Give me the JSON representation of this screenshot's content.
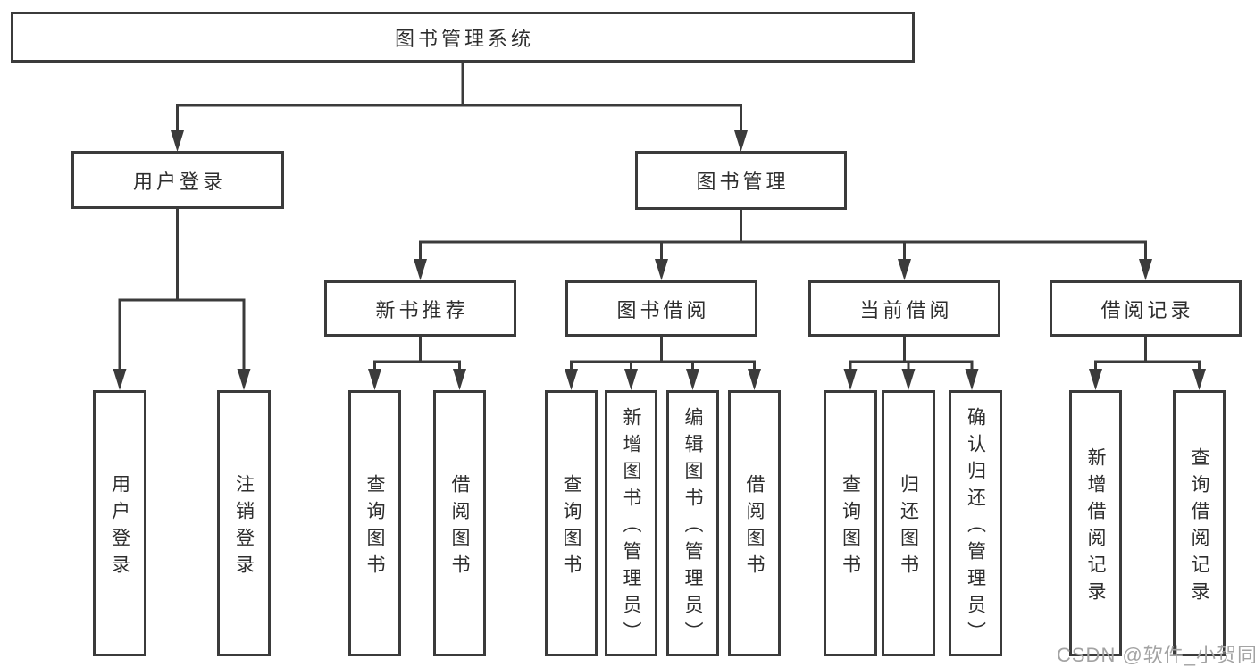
{
  "colors": {
    "line": "#3b3b3b",
    "box_border": "#3b3b3b",
    "text": "#2e2e2e",
    "background": "#ffffff",
    "watermark": "#a3a3a3"
  },
  "watermark": {
    "text": "CSDN @软件_小贺同学"
  },
  "tree": {
    "label": "图书管理系统",
    "children": [
      {
        "label": "用户登录",
        "children": [
          {
            "label": "用户登录"
          },
          {
            "label": "注销登录"
          }
        ]
      },
      {
        "label": "图书管理",
        "children": [
          {
            "label": "新书推荐",
            "children": [
              {
                "label": "查询图书"
              },
              {
                "label": "借阅图书"
              }
            ]
          },
          {
            "label": "图书借阅",
            "children": [
              {
                "label": "查询图书"
              },
              {
                "label": "新增图书（管理员）"
              },
              {
                "label": "编辑图书（管理员）"
              },
              {
                "label": "借阅图书"
              }
            ]
          },
          {
            "label": "当前借阅",
            "children": [
              {
                "label": "查询图书"
              },
              {
                "label": "归还图书"
              },
              {
                "label": "确认归还（管理员）"
              }
            ]
          },
          {
            "label": "借阅记录",
            "children": [
              {
                "label": "新增借阅记录"
              },
              {
                "label": "查询借阅记录"
              }
            ]
          }
        ]
      }
    ]
  }
}
